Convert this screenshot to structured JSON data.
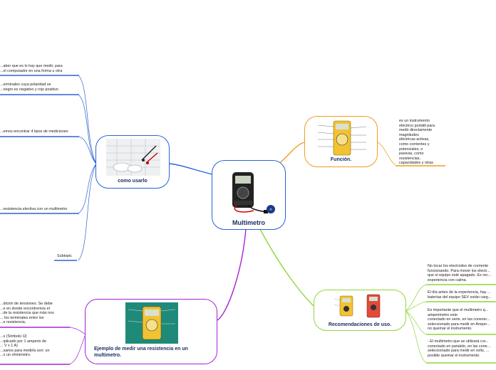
{
  "central": {
    "title": "Multimetro"
  },
  "branches": {
    "uso": {
      "title": "como usarlo",
      "leaves": [
        "...aber que es lo hay que medir, para\n...el computador en una forma u otra",
        "...erminales cuya polaridad se\n...negro es negativo y rojo positivo",
        "...emos encontrar 4 tipos de mediciones",
        "...resistencia electiva con un multimetro",
        "Subtopic"
      ]
    },
    "funcion": {
      "title": "Función.",
      "leaves": [
        "es un instrumento\neléctrico portátil para\nmedir directamente\nmagnitudes\neléctricas activas,\ncomo corrientes y\npotenciales, o\npasivas, como\nresistencias,\ncapacidades y otras"
      ]
    },
    "recomendaciones": {
      "title": "Recomendaciones de uso.",
      "leaves": [
        "No tocar los electrodos de corriente\nfuncionando. Para mover los electr...\nque el equipo esté apagado. Es rec...\nexperiencia con calma.",
        "El día antes de la experiencia, hay ...\nbaterías del equipo SEV están carg...",
        "Es importante que el multimetro q...\namperimetro este\n conectado en serie, en las conexio...\nseleccionado para medir en Amper...\nno quemar el instrumento.",
        "- El multimetro que se utilizará cor...\nconectado en paralelo, en las cone...\nseleccionado para medir en volts, ...\nposible quemar el instrumento."
      ]
    },
    "ejemplo": {
      "title": "Ejemplo de medir una resistencia en un multimetro.",
      "leaves": [
        "...dición de tensiones. Se debe\n...e en donde encontremos el\n...de la resistencia que más nos\n... los terminales entre los\n...e resistencia.",
        "...s (Símbolo Ω)\n...iplicado por 1 amperio de\n... V x 1 A)\n...sarios para medirla son: un\n...o un ohmimetro."
      ]
    }
  },
  "colors": {
    "blue": "#2b63d6",
    "orange": "#f29b1e",
    "green": "#8fd63a",
    "purple": "#a722d6",
    "title": "#1d2f63"
  }
}
